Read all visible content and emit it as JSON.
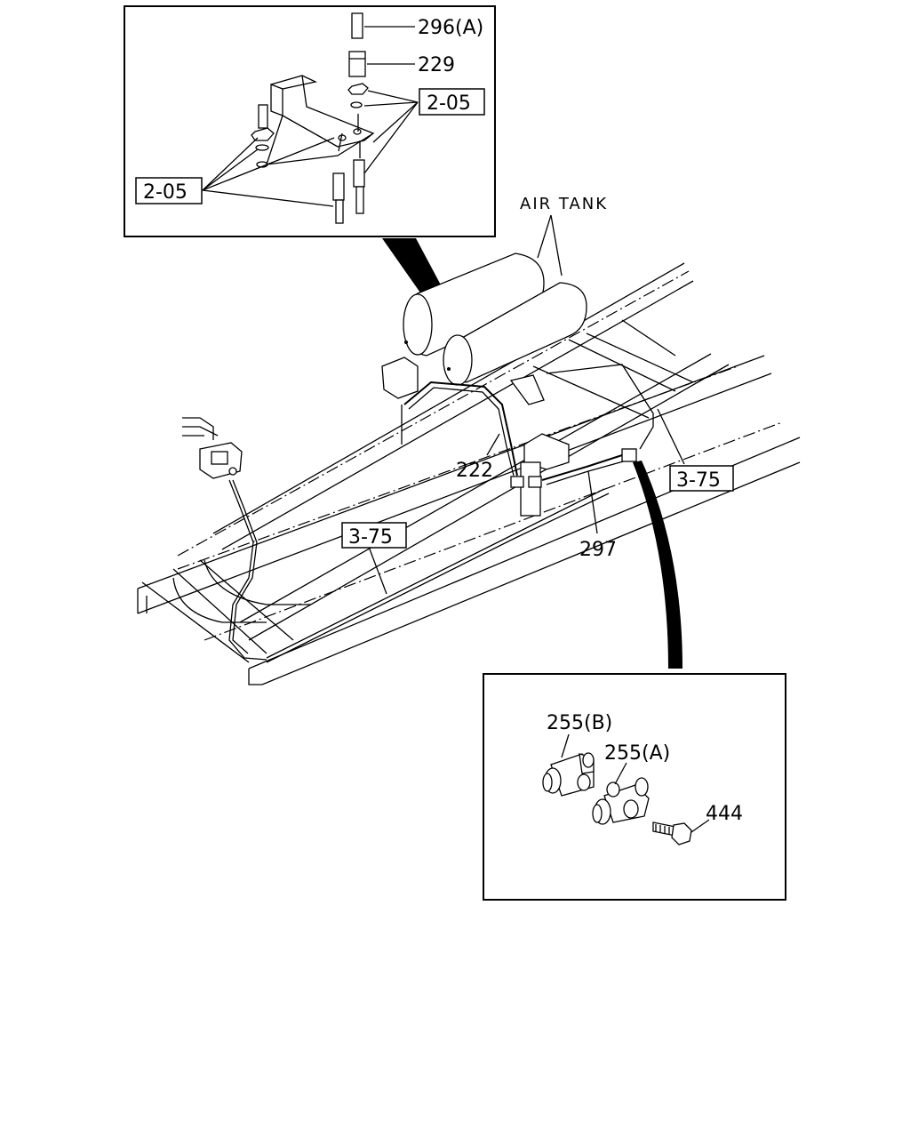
{
  "inset_top": {
    "callouts": [
      "296(A)",
      "229"
    ],
    "refs": [
      "2-05",
      "2-05"
    ]
  },
  "main": {
    "air_tank_label": "AIR TANK",
    "callouts": [
      "222",
      "297"
    ],
    "refs": [
      "3-75",
      "3-75"
    ]
  },
  "inset_bottom": {
    "callouts": [
      "255(B)",
      "255(A)",
      "444"
    ]
  }
}
